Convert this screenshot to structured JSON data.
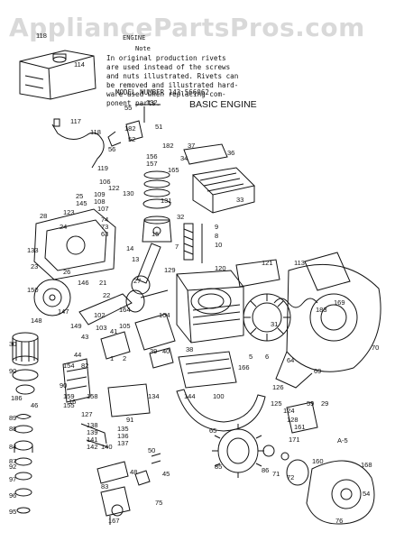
{
  "watermark": "AppliancePartsPros.com",
  "caption": "ENGINE",
  "note_head": "Note",
  "note_lines": [
    "In original production rivets",
    "are used instead of the screws",
    "and nuts illustrated. Rivets can",
    "be removed and illustrated hard-",
    "ware used when replacing com-",
    "ponent parts."
  ],
  "model_number": "MODEL NUMBER 143.566062",
  "title": "BASIC ENGINE",
  "figure_ref": "A-5",
  "part_labels": [
    {
      "id": "114",
      "t": "114"
    },
    {
      "id": "118a",
      "t": "118"
    },
    {
      "id": "117",
      "t": "117"
    },
    {
      "id": "118b",
      "t": "118"
    },
    {
      "id": "119",
      "t": "119"
    },
    {
      "id": "132",
      "t": "132"
    },
    {
      "id": "55",
      "t": "55"
    },
    {
      "id": "182a",
      "t": "182"
    },
    {
      "id": "51",
      "t": "51"
    },
    {
      "id": "52",
      "t": "52"
    },
    {
      "id": "182b",
      "t": "182"
    },
    {
      "id": "56",
      "t": "56"
    },
    {
      "id": "156",
      "t": "156"
    },
    {
      "id": "157",
      "t": "157"
    },
    {
      "id": "165",
      "t": "165"
    },
    {
      "id": "34",
      "t": "34"
    },
    {
      "id": "37",
      "t": "37"
    },
    {
      "id": "36",
      "t": "36"
    },
    {
      "id": "33",
      "t": "33"
    },
    {
      "id": "106",
      "t": "106"
    },
    {
      "id": "122",
      "t": "122"
    },
    {
      "id": "109",
      "t": "109"
    },
    {
      "id": "108",
      "t": "108"
    },
    {
      "id": "107",
      "t": "107"
    },
    {
      "id": "130",
      "t": "130"
    },
    {
      "id": "131",
      "t": "131"
    },
    {
      "id": "25",
      "t": "25"
    },
    {
      "id": "145",
      "t": "145"
    },
    {
      "id": "28",
      "t": "28"
    },
    {
      "id": "123",
      "t": "123"
    },
    {
      "id": "24",
      "t": "24"
    },
    {
      "id": "74",
      "t": "74"
    },
    {
      "id": "73",
      "t": "73"
    },
    {
      "id": "63",
      "t": "63"
    },
    {
      "id": "32",
      "t": "32"
    },
    {
      "id": "9",
      "t": "9"
    },
    {
      "id": "8",
      "t": "8"
    },
    {
      "id": "10",
      "t": "10"
    },
    {
      "id": "15",
      "t": "15"
    },
    {
      "id": "7",
      "t": "7"
    },
    {
      "id": "133",
      "t": "133"
    },
    {
      "id": "23",
      "t": "23"
    },
    {
      "id": "14",
      "t": "14"
    },
    {
      "id": "13",
      "t": "13"
    },
    {
      "id": "129",
      "t": "129"
    },
    {
      "id": "120",
      "t": "120"
    },
    {
      "id": "121",
      "t": "121"
    },
    {
      "id": "113",
      "t": "113"
    },
    {
      "id": "169",
      "t": "169"
    },
    {
      "id": "26",
      "t": "26"
    },
    {
      "id": "27",
      "t": "27"
    },
    {
      "id": "150",
      "t": "150"
    },
    {
      "id": "146",
      "t": "146"
    },
    {
      "id": "147",
      "t": "147"
    },
    {
      "id": "148",
      "t": "148"
    },
    {
      "id": "149",
      "t": "149"
    },
    {
      "id": "21",
      "t": "21"
    },
    {
      "id": "22",
      "t": "22"
    },
    {
      "id": "164",
      "t": "164"
    },
    {
      "id": "102",
      "t": "102"
    },
    {
      "id": "103",
      "t": "103"
    },
    {
      "id": "105",
      "t": "105"
    },
    {
      "id": "104",
      "t": "104"
    },
    {
      "id": "183",
      "t": "183"
    },
    {
      "id": "31",
      "t": "31"
    },
    {
      "id": "70",
      "t": "70"
    },
    {
      "id": "30",
      "t": "30"
    },
    {
      "id": "43",
      "t": "43"
    },
    {
      "id": "41",
      "t": "41"
    },
    {
      "id": "39",
      "t": "39"
    },
    {
      "id": "40",
      "t": "40"
    },
    {
      "id": "38",
      "t": "38"
    },
    {
      "id": "5",
      "t": "5"
    },
    {
      "id": "6",
      "t": "6"
    },
    {
      "id": "166",
      "t": "166"
    },
    {
      "id": "64",
      "t": "64"
    },
    {
      "id": "69",
      "t": "69"
    },
    {
      "id": "90a",
      "t": "90"
    },
    {
      "id": "44",
      "t": "44"
    },
    {
      "id": "1",
      "t": "1"
    },
    {
      "id": "2",
      "t": "2"
    },
    {
      "id": "154",
      "t": "154"
    },
    {
      "id": "82",
      "t": "82"
    },
    {
      "id": "90b",
      "t": "90"
    },
    {
      "id": "159",
      "t": "159"
    },
    {
      "id": "155",
      "t": "155"
    },
    {
      "id": "186",
      "t": "186"
    },
    {
      "id": "46",
      "t": "46"
    },
    {
      "id": "89",
      "t": "89"
    },
    {
      "id": "134",
      "t": "134"
    },
    {
      "id": "91",
      "t": "91"
    },
    {
      "id": "144",
      "t": "144"
    },
    {
      "id": "100",
      "t": "100"
    },
    {
      "id": "126",
      "t": "126"
    },
    {
      "id": "125",
      "t": "125"
    },
    {
      "id": "124",
      "t": "124"
    },
    {
      "id": "88",
      "t": "88"
    },
    {
      "id": "59",
      "t": "59"
    },
    {
      "id": "29",
      "t": "29"
    },
    {
      "id": "128",
      "t": "128"
    },
    {
      "id": "135",
      "t": "135"
    },
    {
      "id": "136",
      "t": "136"
    },
    {
      "id": "137",
      "t": "137"
    },
    {
      "id": "138",
      "t": "138"
    },
    {
      "id": "139",
      "t": "139"
    },
    {
      "id": "141",
      "t": "141"
    },
    {
      "id": "142",
      "t": "142"
    },
    {
      "id": "140",
      "t": "140"
    },
    {
      "id": "50",
      "t": "50"
    },
    {
      "id": "65",
      "t": "65"
    },
    {
      "id": "84",
      "t": "84"
    },
    {
      "id": "87",
      "t": "87"
    },
    {
      "id": "92",
      "t": "92"
    },
    {
      "id": "83",
      "t": "83"
    },
    {
      "id": "97",
      "t": "97"
    },
    {
      "id": "96",
      "t": "96"
    },
    {
      "id": "95",
      "t": "95"
    },
    {
      "id": "167",
      "t": "167"
    },
    {
      "id": "75",
      "t": "75"
    },
    {
      "id": "48",
      "t": "48"
    },
    {
      "id": "45",
      "t": "45"
    },
    {
      "id": "85",
      "t": "85"
    },
    {
      "id": "86",
      "t": "86"
    },
    {
      "id": "71",
      "t": "71"
    },
    {
      "id": "72",
      "t": "72"
    },
    {
      "id": "160",
      "t": "160"
    },
    {
      "id": "168",
      "t": "168"
    },
    {
      "id": "54",
      "t": "54"
    },
    {
      "id": "76",
      "t": "76"
    },
    {
      "id": "16",
      "t": "16"
    },
    {
      "id": "158",
      "t": "158"
    },
    {
      "id": "127",
      "t": "127"
    },
    {
      "id": "161",
      "t": "161"
    },
    {
      "id": "171",
      "t": "171"
    }
  ]
}
